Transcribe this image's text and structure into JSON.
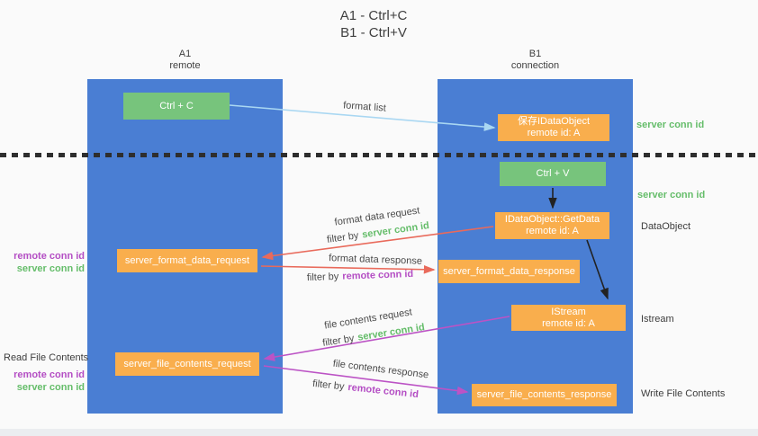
{
  "title": {
    "line1": "A1 - Ctrl+C",
    "line2": "B1 - Ctrl+V"
  },
  "lanes": {
    "left": {
      "title": "A1",
      "subtitle": "remote"
    },
    "right": {
      "title": "B1",
      "subtitle": "connection"
    }
  },
  "nodes": {
    "ctrl_c": {
      "label": "Ctrl + C"
    },
    "ctrl_v": {
      "label": "Ctrl + V"
    },
    "save_dataobject": {
      "line1": "保存IDataObject",
      "line2": "remote id: A"
    },
    "getdata": {
      "line1": "IDataObject::GetData",
      "line2": "remote id: A"
    },
    "istream": {
      "line1": "IStream",
      "line2": "remote id: A"
    },
    "server_format_data_request": {
      "label": "server_format_data_request"
    },
    "server_format_data_response": {
      "label": "server_format_data_response"
    },
    "server_file_contents_request": {
      "label": "server_file_contents_request"
    },
    "server_file_contents_response": {
      "label": "server_file_contents_response"
    }
  },
  "edge_labels": {
    "format_list": "format list",
    "format_data_request": "format data request",
    "format_data_response": "format data response",
    "file_contents_request": "file contents request",
    "file_contents_response": "file contents response",
    "filter_by": "filter by",
    "server_conn_id": "server conn id",
    "remote_conn_id": "remote conn id"
  },
  "side_labels": {
    "server_conn_id": "server conn id",
    "remote_conn_id": "remote conn id",
    "dataobject": "DataObject",
    "istream": "Istream",
    "read_file_contents": "Read File Contents",
    "write_file_contents": "Write File Contents"
  },
  "colors": {
    "lane_blue": "#4A7ED3",
    "node_green": "#77C47C",
    "node_orange": "#F9AE4D",
    "arrow_lightblue": "#A9D7F2",
    "arrow_red": "#E96A5B",
    "arrow_purple": "#BC53C5",
    "arrow_black": "#222222",
    "text_green": "#65BD6A",
    "text_purple": "#B44EC4",
    "text_dark": "#3D3D3D"
  }
}
